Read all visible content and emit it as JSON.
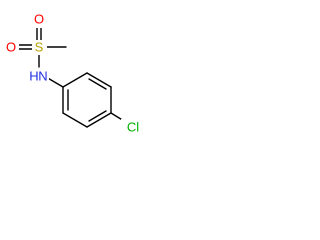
{
  "molecule": {
    "atoms": {
      "oxygen_top": "O",
      "oxygen_left": "O",
      "sulfur": "S",
      "nitrogen": "N",
      "hydrogen": "H",
      "chlorine": "Cl"
    },
    "colors": {
      "bond": "#000000",
      "oxygen": "#ff0000",
      "sulfur": "#b8a000",
      "nitrogen": "#1f2fe0",
      "chlorine": "#00b000"
    }
  }
}
